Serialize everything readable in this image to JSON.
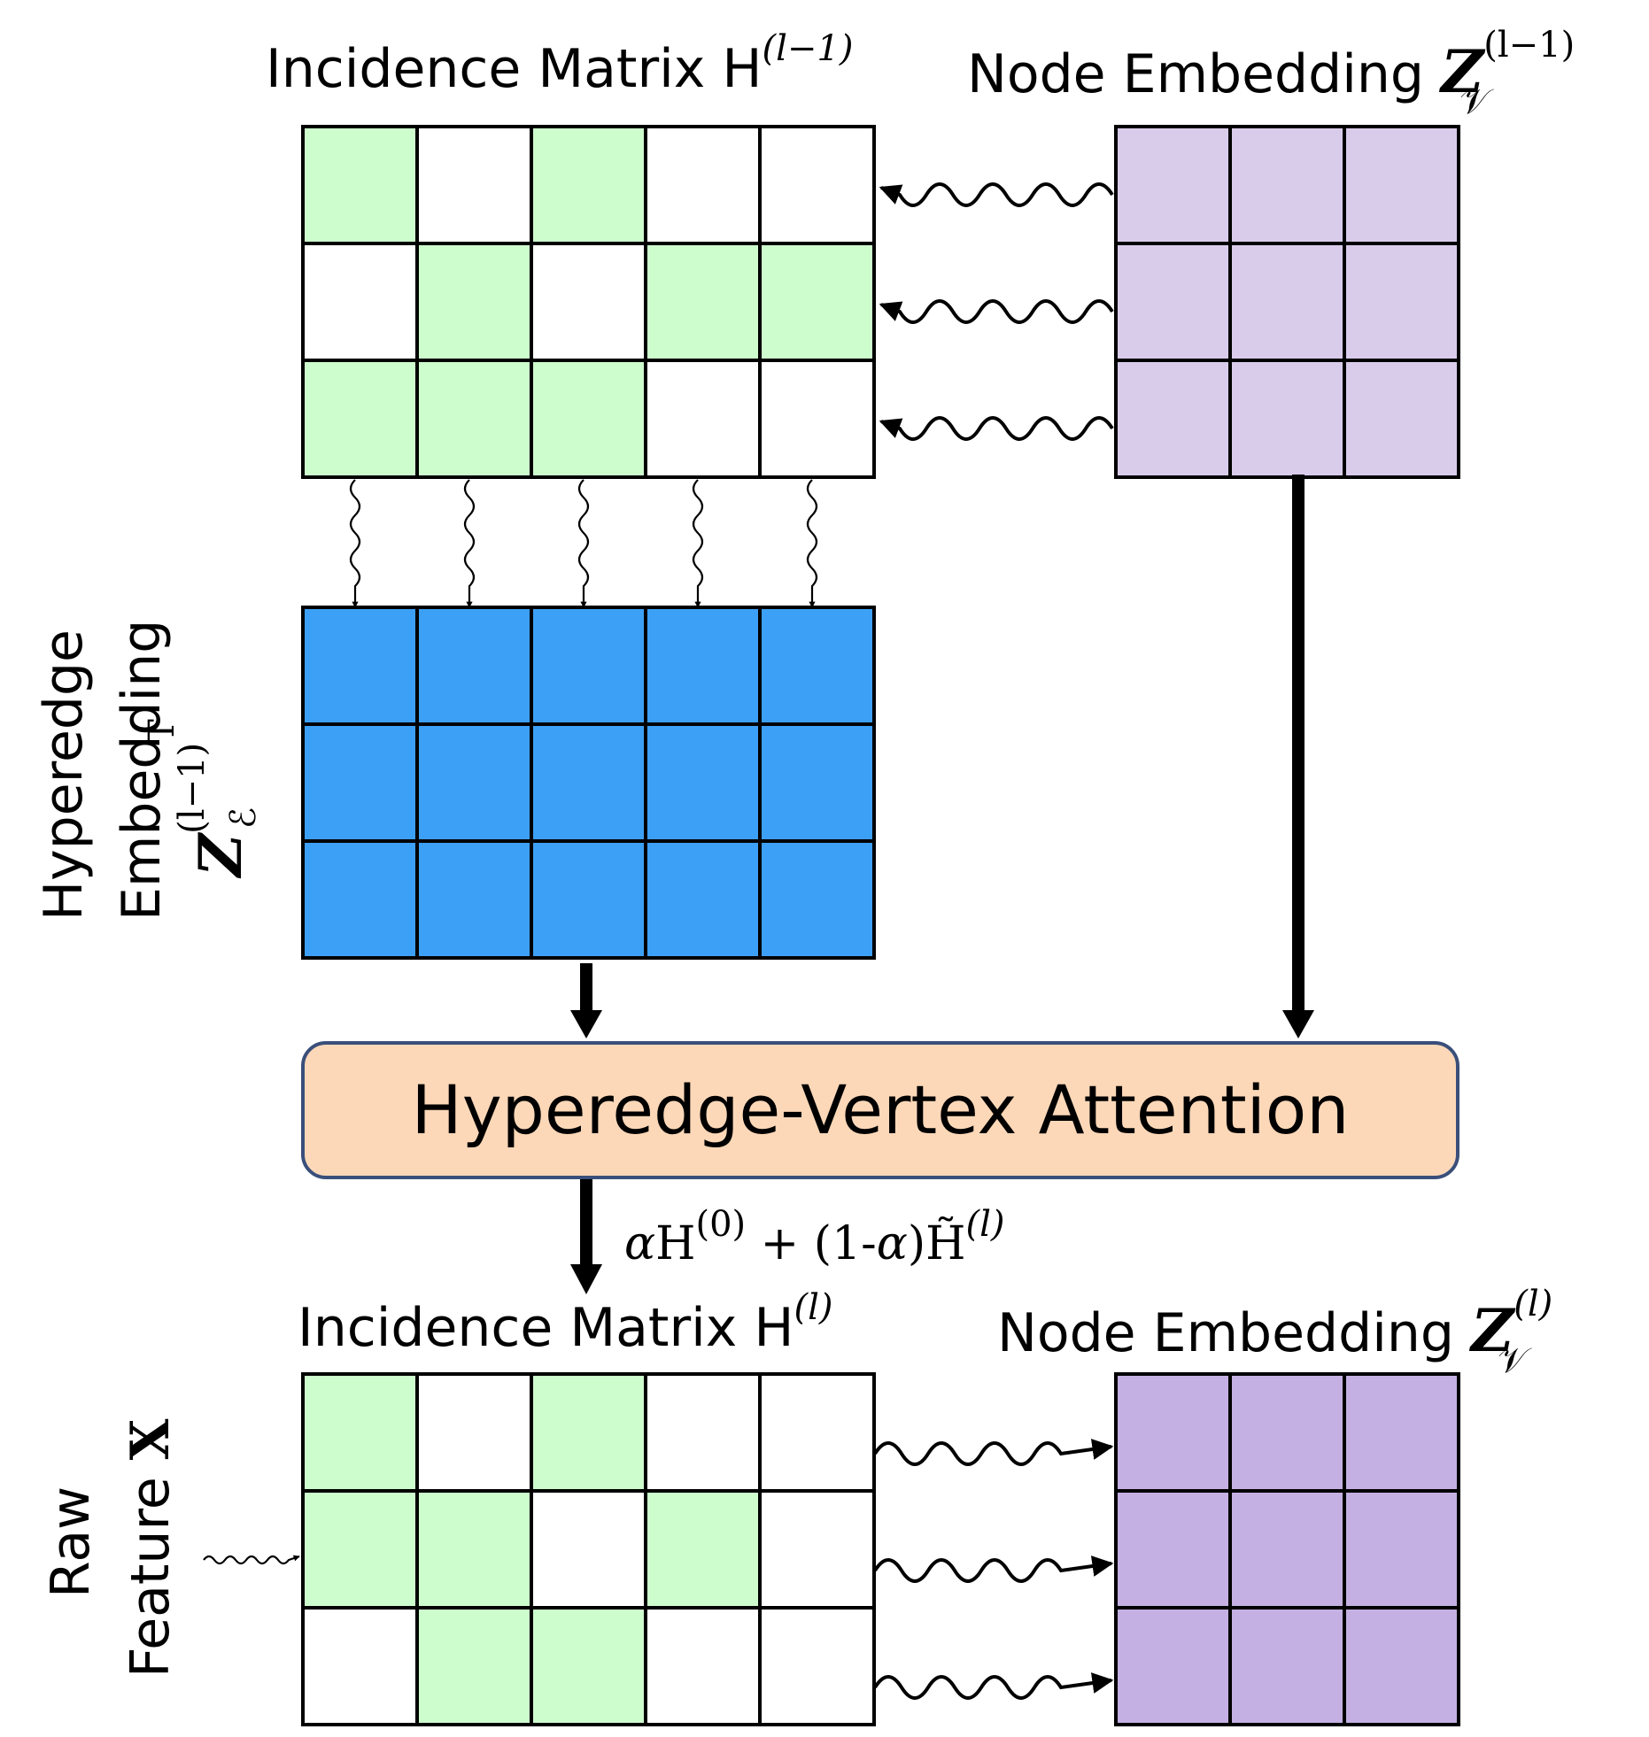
{
  "labels": {
    "incidence_top": "Incidence Matrix H",
    "incidence_top_sup": "(l−1)",
    "node_top": "Node Embedding ",
    "node_top_sym": "Z",
    "node_top_sub": "𝒱",
    "node_top_sup": "(l−1)",
    "hyperedge_line1": "Hyperedge",
    "hyperedge_line2": "Embedding",
    "hyperedge_sym": "Z",
    "hyperedge_sub": "ℰ",
    "hyperedge_sup": "(l−1)",
    "hyperedge_T": "T",
    "attention": "Hyperedge-Vertex Attention",
    "formula_a": "α",
    "formula_b": "H",
    "formula_sup0": "(0)",
    "formula_c": " + (1-",
    "formula_d": "α",
    "formula_e": ")H̃",
    "formula_supl": "(l)",
    "incidence_bottom": "Incidence Matrix H",
    "incidence_bottom_sup": "(l)",
    "node_bottom": "Node Embedding ",
    "node_bottom_sym": "Z",
    "node_bottom_sub": "𝒱",
    "node_bottom_sup": "(l)",
    "raw_line1": "Raw",
    "raw_line2": "Feature ",
    "raw_sym": "X"
  },
  "matrices": {
    "incidence_top": [
      [
        1,
        0,
        1,
        0,
        0
      ],
      [
        0,
        1,
        0,
        1,
        1
      ],
      [
        1,
        1,
        1,
        0,
        0
      ]
    ],
    "node_top": [
      [
        1,
        1,
        1
      ],
      [
        1,
        1,
        1
      ],
      [
        1,
        1,
        1
      ]
    ],
    "hyperedge": [
      [
        1,
        1,
        1,
        1,
        1
      ],
      [
        1,
        1,
        1,
        1,
        1
      ],
      [
        1,
        1,
        1,
        1,
        1
      ]
    ],
    "incidence_bottom": [
      [
        1,
        0,
        1,
        0,
        0
      ],
      [
        1,
        1,
        0,
        1,
        0
      ],
      [
        0,
        1,
        1,
        0,
        0
      ]
    ],
    "node_bottom": [
      [
        1,
        1,
        1
      ],
      [
        1,
        1,
        1
      ],
      [
        1,
        1,
        1
      ]
    ]
  },
  "colors": {
    "incidence_on": "#cdfccd",
    "incidence_off": "#ffffff",
    "node_top": "#d9cceb",
    "node_bottom": "#c4b0e2",
    "hyperedge": "#3da0f7",
    "attention_fill": "#fdd8b8",
    "attention_stroke": "#3a4f7a"
  }
}
